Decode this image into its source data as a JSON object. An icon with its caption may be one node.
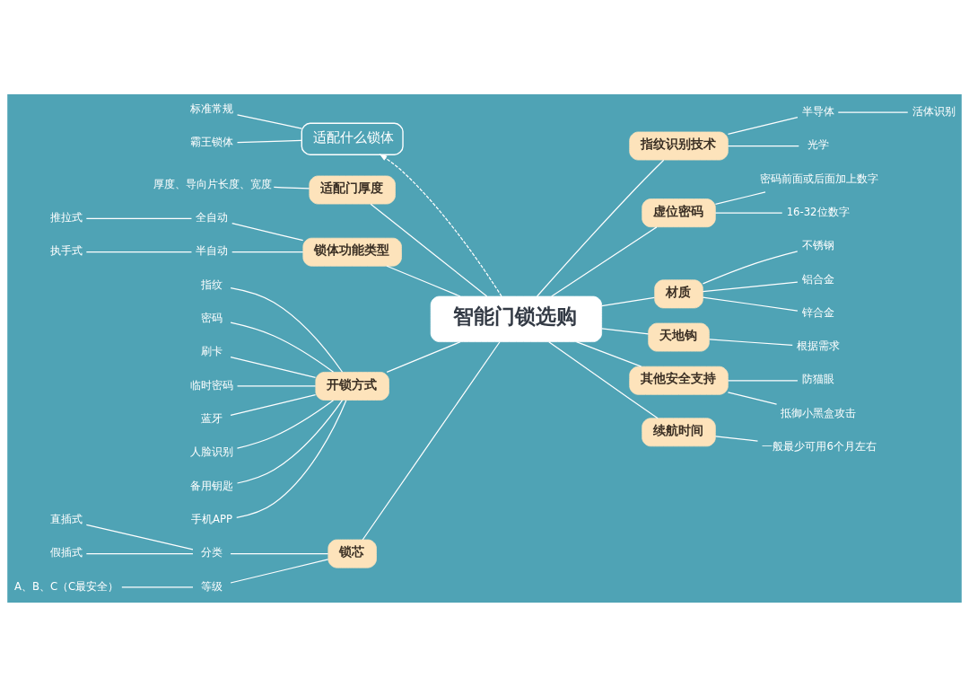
{
  "diagram": {
    "nodes": [
      {
        "text": [
          "智能门锁选购"
        ]
      },
      {
        "text": [
          "适配什么锁体"
        ]
      },
      {
        "text": [
          "标准常规"
        ]
      },
      {
        "text": [
          "霸王锁体"
        ]
      },
      {
        "text": [
          "适配门厚度"
        ]
      },
      {
        "text": [
          "厚度、导向片长度、宽度"
        ]
      },
      {
        "text": [
          "锁体功能类型"
        ]
      },
      {
        "text": [
          "全自动"
        ]
      },
      {
        "text": [
          "推拉式"
        ]
      },
      {
        "text": [
          "半自动"
        ]
      },
      {
        "text": [
          "执手式"
        ]
      },
      {
        "text": [
          "开锁方式"
        ]
      },
      {
        "text": [
          "指纹"
        ]
      },
      {
        "text": [
          "密码"
        ]
      },
      {
        "text": [
          "刷卡"
        ]
      },
      {
        "text": [
          "临时密码"
        ]
      },
      {
        "text": [
          "蓝牙"
        ]
      },
      {
        "text": [
          "人脸识别"
        ]
      },
      {
        "text": [
          "备用钥匙"
        ]
      },
      {
        "text": [
          "手机APP"
        ]
      },
      {
        "text": [
          "锁芯"
        ]
      },
      {
        "text": [
          "分类"
        ]
      },
      {
        "text": [
          "直插式"
        ]
      },
      {
        "text": [
          "假插式"
        ]
      },
      {
        "text": [
          "等级"
        ]
      },
      {
        "text": [
          "A、B、C（C最安全）"
        ]
      },
      {
        "text": [
          "指纹识别技术"
        ]
      },
      {
        "text": [
          "半导体"
        ]
      },
      {
        "text": [
          "活体识别"
        ]
      },
      {
        "text": [
          "光学"
        ]
      },
      {
        "text": [
          "虚位密码"
        ]
      },
      {
        "text": [
          "密码前面或后面加上数字"
        ]
      },
      {
        "text": [
          "16-32位数字"
        ]
      },
      {
        "text": [
          "材质"
        ]
      },
      {
        "text": [
          "不锈钢"
        ]
      },
      {
        "text": [
          "铝合金"
        ]
      },
      {
        "text": [
          "锌合金"
        ]
      },
      {
        "text": [
          "天地钩"
        ]
      },
      {
        "text": [
          "根据需求"
        ]
      },
      {
        "text": [
          "其他安全支持"
        ]
      },
      {
        "text": [
          "防猫眼"
        ]
      },
      {
        "text": [
          "抵御小黑盒攻击"
        ]
      },
      {
        "text": [
          "续航时间"
        ]
      },
      {
        "text": [
          "一般最少可用6个月左右"
        ]
      }
    ],
    "edges": [
      {
        "from": 0,
        "to": 1,
        "arrow": "to",
        "style": "dashed"
      },
      {
        "from": 2,
        "to": 1,
        "arrow": "none"
      },
      {
        "from": 3,
        "to": 1,
        "arrow": "none"
      },
      {
        "from": 4,
        "to": 0,
        "arrow": "none"
      },
      {
        "from": 5,
        "to": 4,
        "arrow": "none"
      },
      {
        "from": 6,
        "to": 0,
        "arrow": "none"
      },
      {
        "from": 7,
        "to": 6,
        "arrow": "none"
      },
      {
        "from": 8,
        "to": 7,
        "arrow": "none"
      },
      {
        "from": 9,
        "to": 6,
        "arrow": "none"
      },
      {
        "from": 10,
        "to": 9,
        "arrow": "none"
      },
      {
        "from": 11,
        "to": 0,
        "arrow": "none"
      },
      {
        "from": 12,
        "to": 11,
        "arrow": "none"
      },
      {
        "from": 13,
        "to": 11,
        "arrow": "none"
      },
      {
        "from": 14,
        "to": 11,
        "arrow": "none"
      },
      {
        "from": 15,
        "to": 11,
        "arrow": "none"
      },
      {
        "from": 16,
        "to": 11,
        "arrow": "none"
      },
      {
        "from": 17,
        "to": 11,
        "arrow": "none"
      },
      {
        "from": 18,
        "to": 11,
        "arrow": "none"
      },
      {
        "from": 19,
        "to": 11,
        "arrow": "none"
      },
      {
        "from": 20,
        "to": 0,
        "arrow": "none"
      },
      {
        "from": 21,
        "to": 20,
        "arrow": "none"
      },
      {
        "from": 22,
        "to": 21,
        "arrow": "none"
      },
      {
        "from": 23,
        "to": 21,
        "arrow": "none"
      },
      {
        "from": 24,
        "to": 20,
        "arrow": "none"
      },
      {
        "from": 25,
        "to": 24,
        "arrow": "none"
      },
      {
        "from": 0,
        "to": 26,
        "arrow": "none"
      },
      {
        "from": 26,
        "to": 27,
        "arrow": "none"
      },
      {
        "from": 27,
        "to": 28,
        "arrow": "none"
      },
      {
        "from": 26,
        "to": 29,
        "arrow": "none"
      },
      {
        "from": 0,
        "to": 30,
        "arrow": "none"
      },
      {
        "from": 30,
        "to": 31,
        "arrow": "none"
      },
      {
        "from": 30,
        "to": 32,
        "arrow": "none"
      },
      {
        "from": 0,
        "to": 33,
        "arrow": "none"
      },
      {
        "from": 33,
        "to": 34,
        "arrow": "none"
      },
      {
        "from": 33,
        "to": 35,
        "arrow": "none"
      },
      {
        "from": 33,
        "to": 36,
        "arrow": "none"
      },
      {
        "from": 0,
        "to": 37,
        "arrow": "none"
      },
      {
        "from": 37,
        "to": 38,
        "arrow": "none"
      },
      {
        "from": 0,
        "to": 39,
        "arrow": "none"
      },
      {
        "from": 39,
        "to": 40,
        "arrow": "none"
      },
      {
        "from": 39,
        "to": 41,
        "arrow": "none"
      },
      {
        "from": 0,
        "to": 42,
        "arrow": "none"
      },
      {
        "from": 42,
        "to": 43,
        "arrow": "none"
      }
    ]
  }
}
